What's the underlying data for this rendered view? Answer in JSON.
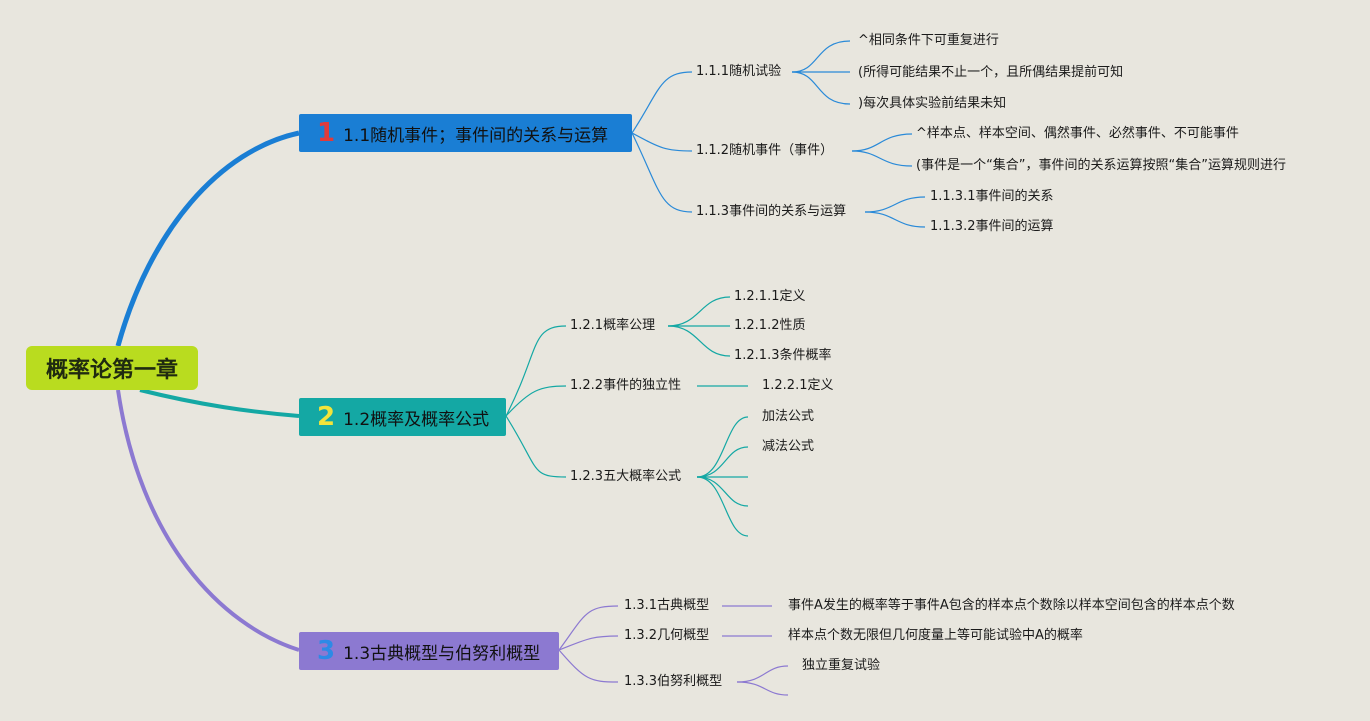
{
  "root": {
    "label": "概率论第一章"
  },
  "branch1": {
    "num": "1",
    "label": "1.1随机事件；事件间的关系与运算",
    "color": "#1a7ed4",
    "children": {
      "c1": {
        "label": "1.1.1随机试验",
        "leaves": [
          "^相同条件下可重复进行",
          "(所得可能结果不止一个，且所偶结果提前可知",
          ")每次具体实验前结果未知"
        ]
      },
      "c2": {
        "label": "1.1.2随机事件（事件）",
        "leaves": [
          "^样本点、样本空间、偶然事件、必然事件、不可能事件",
          "(事件是一个“集合”，事件间的关系运算按照“集合”运算规则进行"
        ]
      },
      "c3": {
        "label": "1.1.3事件间的关系与运算",
        "leaves": [
          "1.1.3.1事件间的关系",
          "1.1.3.2事件间的运算"
        ]
      }
    }
  },
  "branch2": {
    "num": "2",
    "label": "1.2概率及概率公式",
    "color": "#14a8a4",
    "children": {
      "c1": {
        "label": "1.2.1概率公理",
        "leaves": [
          "1.2.1.1定义",
          "1.2.1.2性质",
          "1.2.1.3条件概率"
        ]
      },
      "c2": {
        "label": "1.2.2事件的独立性",
        "leaves": [
          "1.2.2.1定义"
        ]
      },
      "c3": {
        "label": "1.2.3五大概率公式",
        "leaves": [
          "加法公式",
          "减法公式",
          "",
          "",
          ""
        ]
      }
    }
  },
  "branch3": {
    "num": "3",
    "label": "1.3古典概型与伯努利概型",
    "color": "#8c79d1",
    "children": {
      "c1": {
        "label": "1.3.1古典概型",
        "leaves": [
          "事件A发生的概率等于事件A包含的样本点个数除以样本空间包含的样本点个数"
        ]
      },
      "c2": {
        "label": "1.3.2几何概型",
        "leaves": [
          "样本点个数无限但几何度量上等可能试验中A的概率"
        ]
      },
      "c3": {
        "label": "1.3.3伯努利概型",
        "leaves": [
          "独立重复试验",
          ""
        ]
      }
    }
  }
}
